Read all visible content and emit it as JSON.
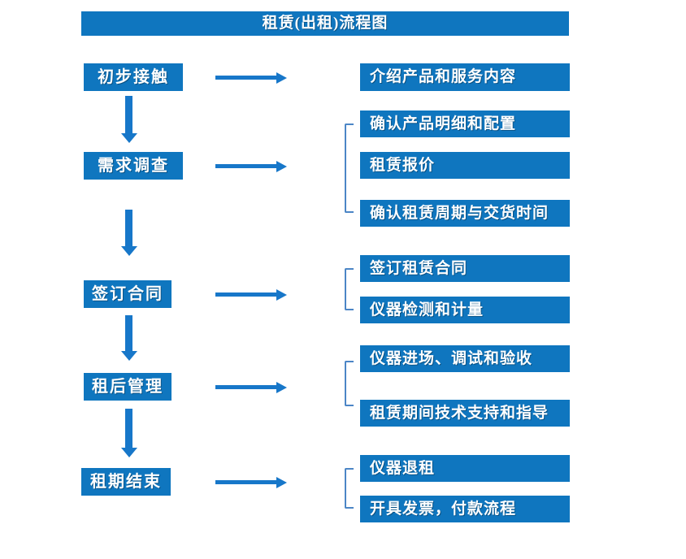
{
  "title": "租赁(出租)流程图",
  "colors": {
    "box_blue": "#0F76BF",
    "arrow_blue": "#1777C9",
    "bracket_blue": "#4C86C6",
    "text_white": "#FFFFFF",
    "background": "#FFFFFF"
  },
  "icons": {
    "right_arrow": "thick right-pointing flow arrow",
    "down_arrow": "thick down-pointing flow arrow",
    "bracket": "square bracket group connector"
  },
  "steps": [
    {
      "label": "初步接触",
      "outputs": [
        "介绍产品和服务内容"
      ]
    },
    {
      "label": "需求调查",
      "outputs": [
        "确认产品明细和配置",
        "租赁报价",
        "确认租赁周期与交货时间"
      ]
    },
    {
      "label": "签订合同",
      "outputs": [
        "签订租赁合同",
        "仪器检测和计量"
      ]
    },
    {
      "label": "租后管理",
      "outputs": [
        "仪器进场、调试和验收",
        "租赁期间技术支持和指导"
      ]
    },
    {
      "label": "租期结束",
      "outputs": [
        "仪器退租",
        "开具发票，付款流程"
      ]
    }
  ]
}
